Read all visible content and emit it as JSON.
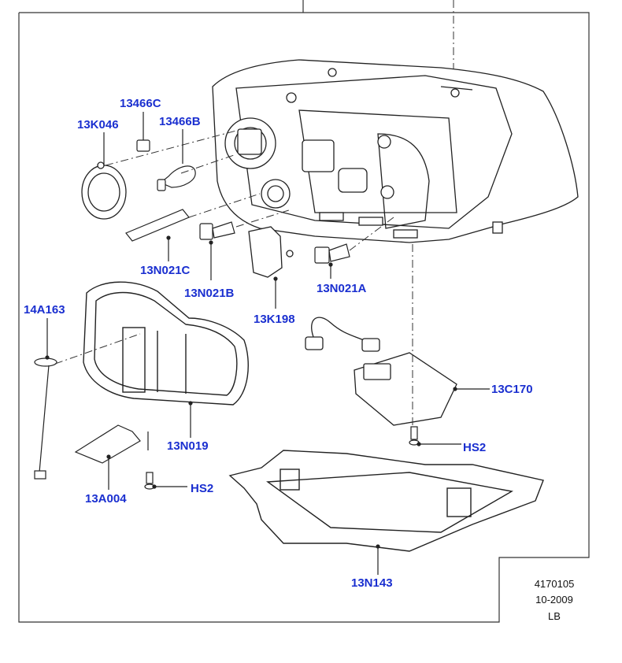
{
  "labels": {
    "p13466c": "13466C",
    "p13k046": "13K046",
    "p13466b": "13466B",
    "p13n021c": "13N021C",
    "p13n021b": "13N021B",
    "p13n021a": "13N021A",
    "p13k198": "13K198",
    "p14a163": "14A163",
    "p13c170": "13C170",
    "p13n019": "13N019",
    "p13a004": "13A004",
    "hs2_right": "HS2",
    "hs2_left": "HS2",
    "p13n143": "13N143"
  },
  "title_block": {
    "number": "4170105",
    "date": "10-2009",
    "code": "LB"
  },
  "colors": {
    "label_blue": "#1a2fd0",
    "line": "#222222"
  }
}
